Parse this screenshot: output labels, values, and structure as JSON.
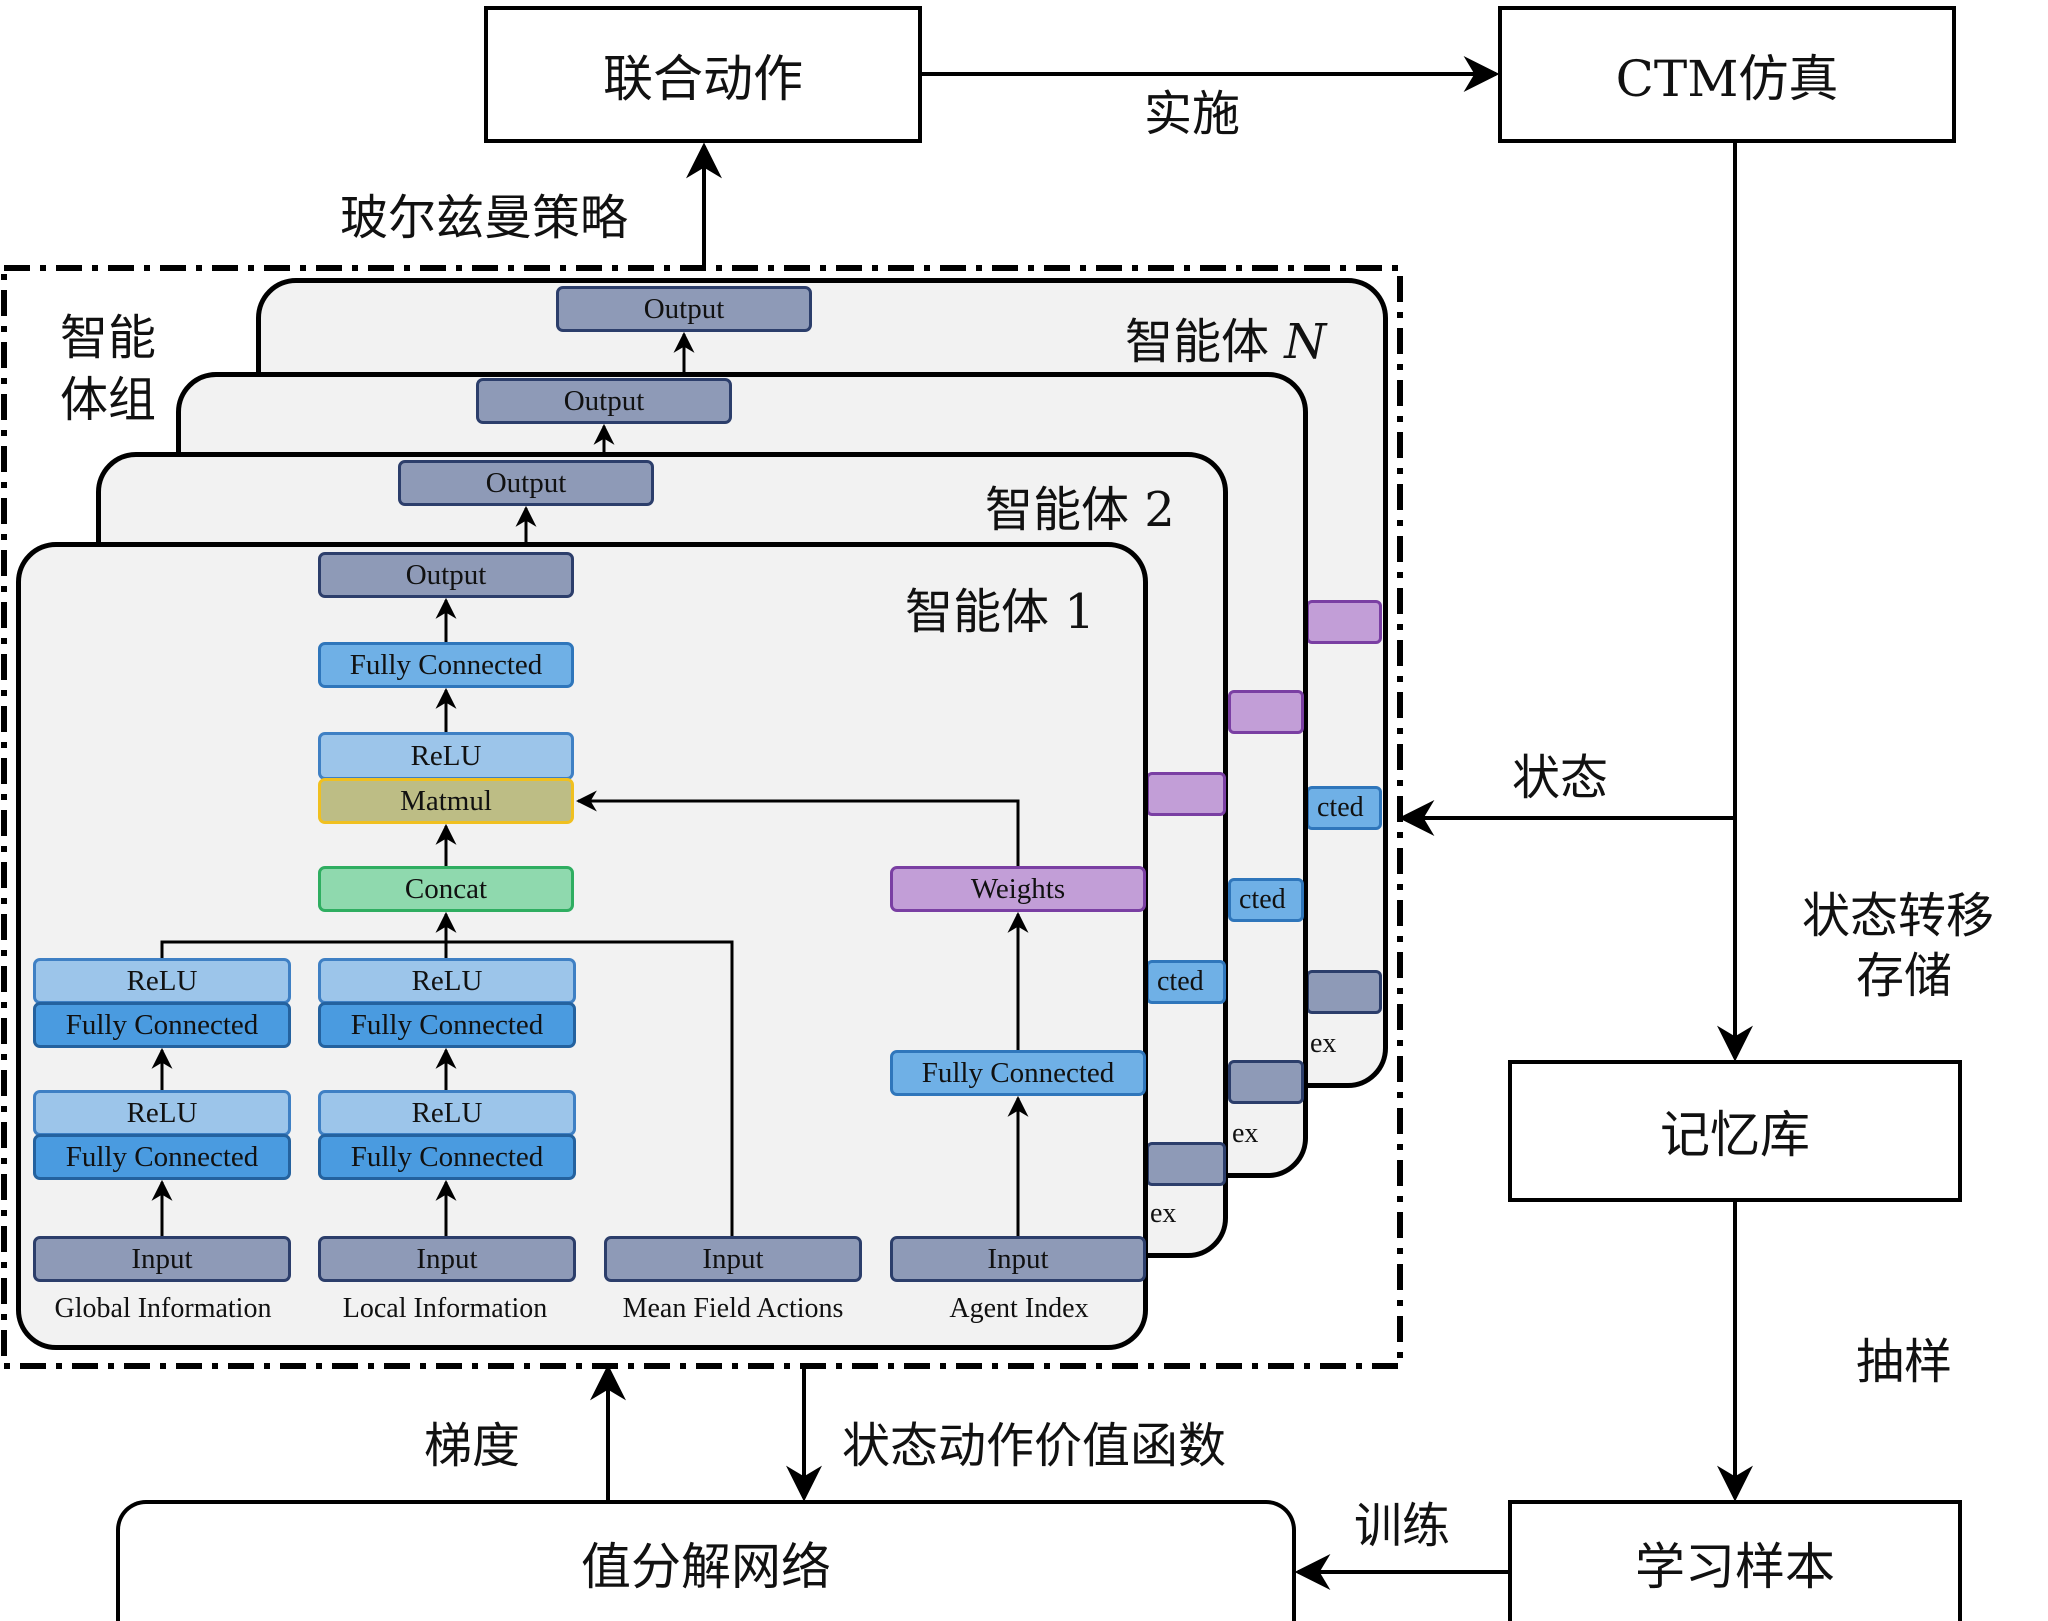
{
  "top": {
    "joint_action": "联合动作",
    "implement": "实施",
    "ctm_sim": "CTM仿真",
    "boltzmann": "玻尔兹曼策略"
  },
  "group": {
    "label_line1": "智能",
    "label_line2": "体组"
  },
  "agents": {
    "agent_n": {
      "prefix": "智能体 ",
      "suffix": "N"
    },
    "agent_2": "智能体 2",
    "agent_1": "智能体 1"
  },
  "network": {
    "output": "Output",
    "fully_connected": "Fully Connected",
    "relu": "ReLU",
    "matmul": "Matmul",
    "concat": "Concat",
    "weights": "Weights",
    "input": "Input",
    "captions": [
      "Global Information",
      "Local Information",
      "Mean Field Actions",
      "Agent Index"
    ]
  },
  "fragments": {
    "cted": "cted",
    "ex": "ex"
  },
  "right": {
    "state": "状态",
    "transition_line1": "状态转移",
    "transition_line2": "存储",
    "memory": "记忆库",
    "sampling": "抽样",
    "train": "训练",
    "samples": "学习样本"
  },
  "bottom": {
    "gradient": "梯度",
    "q_function": "状态动作价值函数",
    "value_decomp": "值分解网络"
  },
  "colors": {
    "output": "#8e9ab7",
    "fully_connected": "#6fb0e6",
    "relu": "#9cc5ea",
    "matmul": "#bdbd85",
    "concat": "#8fd9ae",
    "weights": "#c29ed7",
    "card": "#f2f2f2"
  }
}
